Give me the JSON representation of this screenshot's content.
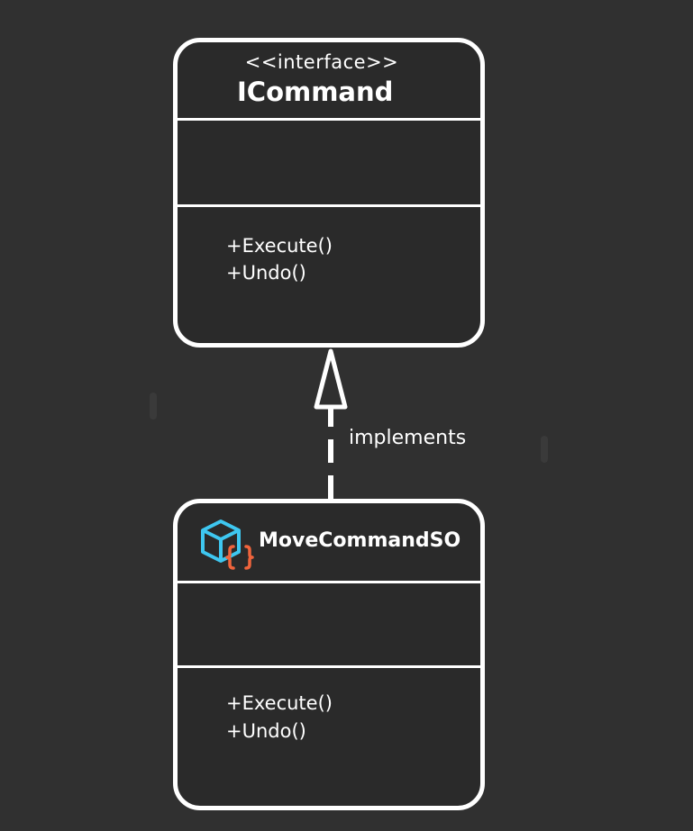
{
  "diagram": {
    "interface_box": {
      "stereotype": "<<interface>>",
      "name": "ICommand",
      "methods": [
        "+Execute()",
        "+Undo()"
      ]
    },
    "class_box": {
      "name": "MoveCommandSO",
      "icon": "csharp-script-icon",
      "methods": [
        "+Execute()",
        "+Undo()"
      ]
    },
    "relationship": {
      "label": "implements",
      "type": "realization"
    },
    "colors": {
      "background": "#303030",
      "line": "#ffffff",
      "icon_cube": "#3ec7f0",
      "icon_braces": "#f0643c"
    }
  }
}
